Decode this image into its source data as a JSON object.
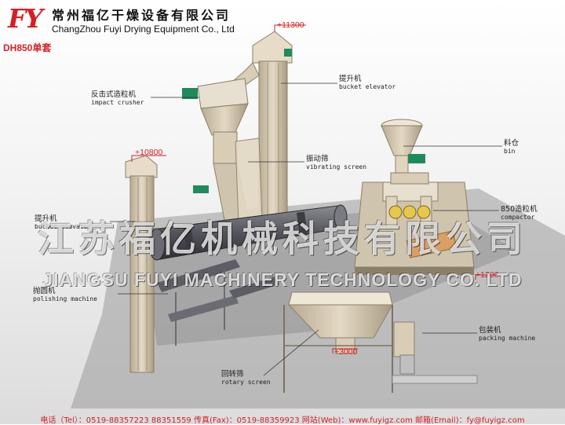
{
  "header": {
    "logo_text": "FY",
    "company_cn": "常州福亿干燥设备有限公司",
    "company_en": "ChangZhou Fuyi Drying Equipment Co., Ltd",
    "model": "DH850单套"
  },
  "labels": {
    "impact_crusher": {
      "cn": "反击式造粒机",
      "en": "impact crusher"
    },
    "bucket_elevator_top": {
      "cn": "提升机",
      "en": "bucket elevator"
    },
    "bin": {
      "cn": "料仓",
      "en": "bin"
    },
    "vibrating_screen": {
      "cn": "振动筛",
      "en": "vibrating screen"
    },
    "compactor": {
      "cn": "850造粒机",
      "en": "compactor"
    },
    "bucket_elevator_left": {
      "cn": "提升机",
      "en": "bucket elevator"
    },
    "polishing_machine": {
      "cn": "抛圆机",
      "en": "polishing machine"
    },
    "packing_machine": {
      "cn": "包装机",
      "en": "packing machine"
    },
    "rotary_screen": {
      "cn": "回转筛",
      "en": "rotary screen"
    }
  },
  "elevations": {
    "top": "+11300",
    "left": "+10800",
    "right": "+1200",
    "bottom": "+3000"
  },
  "watermark": {
    "cn": "江苏福亿机械科技有限公司",
    "en": "JIANGSU FUYI MACHINERY TECHNOLOGY CO. LTD"
  },
  "footer": {
    "text": "电话（Tel）：0519-88357223 88351559  传真(Fax)：0519-88359923 网站(Web)：www.fuyigz.com  邮箱(Email)：fy@fuyigz.com"
  },
  "colors": {
    "brand": "#d41f26",
    "steel": "#d8cbb4",
    "floor": "#8c8c8c",
    "motor": "#1f8a5c"
  }
}
